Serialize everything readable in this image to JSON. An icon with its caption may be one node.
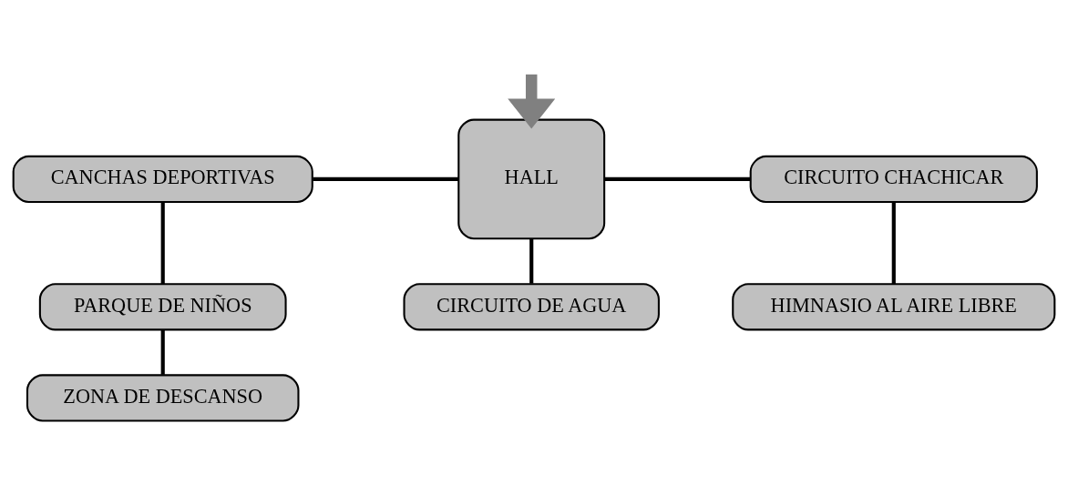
{
  "diagram": {
    "nodes": [
      {
        "text": [
          "HALL"
        ]
      },
      {
        "text": [
          "CANCHAS DEPORTIVAS"
        ]
      },
      {
        "text": [
          "CIRCUITO CHACHICAR"
        ]
      },
      {
        "text": [
          "PARQUE DE NIÑOS"
        ]
      },
      {
        "text": [
          "HIMNASIO AL AIRE LIBRE"
        ]
      },
      {
        "text": [
          "ZONA DE DESCANSO"
        ]
      },
      {
        "text": [
          "CIRCUITO DE AGUA"
        ]
      }
    ],
    "edges": [
      {
        "from": null,
        "to": 0,
        "arrow": "to",
        "style": "thick",
        "color": "#808080"
      },
      {
        "from": 1,
        "to": 0,
        "arrow": "none"
      },
      {
        "from": 0,
        "to": 2,
        "arrow": "none"
      },
      {
        "from": 1,
        "to": 3,
        "arrow": "none"
      },
      {
        "from": 3,
        "to": 5,
        "arrow": "none"
      },
      {
        "from": 2,
        "to": 4,
        "arrow": "none"
      },
      {
        "from": 0,
        "to": 6,
        "arrow": "none"
      }
    ]
  }
}
